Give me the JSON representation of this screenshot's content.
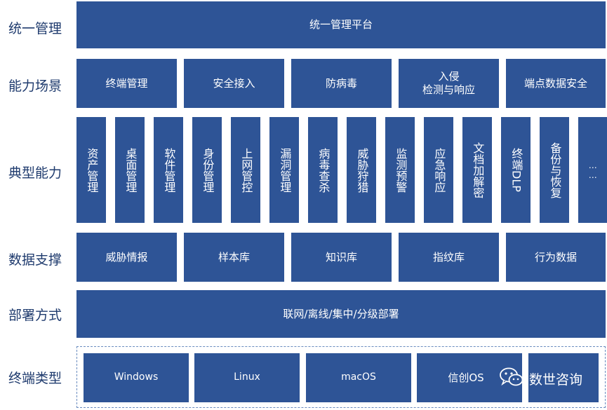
{
  "row_labels": {
    "unified": "统一管理",
    "scenarios": "能力场景",
    "capabilities": "典型能力",
    "data_support": "数据支撑",
    "deployment": "部署方式",
    "endpoint_types": "终端类型"
  },
  "unified_platform": "统一管理平台",
  "scenarios": [
    "终端管理",
    "安全接入",
    "防病毒",
    "入侵\n检测与响应",
    "端点数据安全"
  ],
  "capabilities": [
    "资产管理",
    "桌面管理",
    "软件管理",
    "身份管理",
    "上网管控",
    "漏洞管理",
    "病毒查杀",
    "威胁狩猎",
    "监测预警",
    "应急响应",
    "文档加解密",
    "终端DLP",
    "备份与恢复",
    "……"
  ],
  "data_support": [
    "威胁情报",
    "样本库",
    "知识库",
    "指纹库",
    "行为数据"
  ],
  "deployment": "联网/离线/集中/分级部署",
  "endpoint_types": [
    "Windows",
    "Linux",
    "macOS",
    "信创OS",
    ""
  ],
  "watermark": "数世咨询",
  "colors": {
    "box_fill": "#2e5496",
    "label_text": "#1f3b6e",
    "dashed_border": "#6a8cbf"
  }
}
